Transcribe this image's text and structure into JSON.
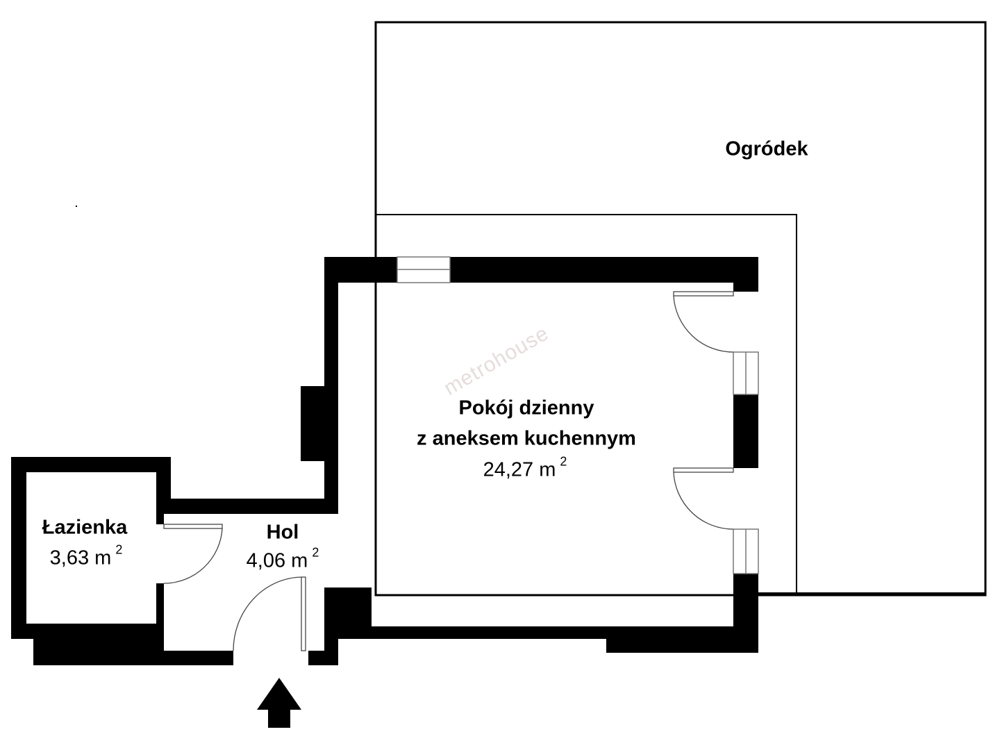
{
  "rooms": {
    "garden": {
      "name": "Ogródek"
    },
    "living": {
      "name_line1": "Pokój dzienny",
      "name_line2": "z aneksem kuchennym",
      "area": "24,27 m",
      "unit_sup": "2"
    },
    "bathroom": {
      "name": "Łazienka",
      "area": "3,63 m",
      "unit_sup": "2"
    },
    "hall": {
      "name": "Hol",
      "area": "4,06 m",
      "unit_sup": "2"
    }
  },
  "watermark": "metrohouse",
  "entrance_icon": "arrow-up-icon",
  "colors": {
    "wall": "#000000",
    "watermark": "#e6dcdc"
  }
}
